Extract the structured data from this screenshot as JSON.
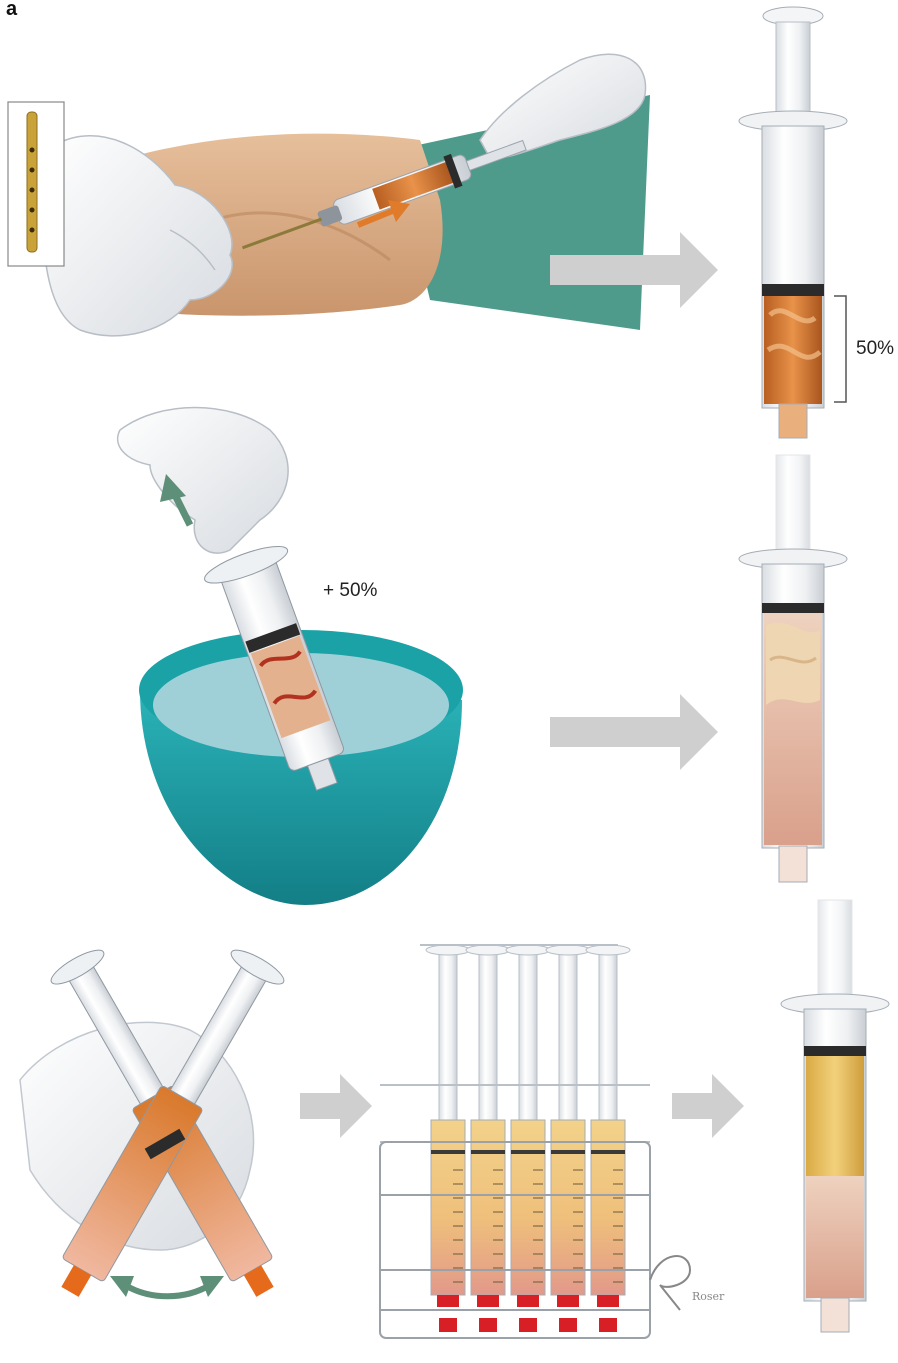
{
  "figure": {
    "panel_label": "a",
    "annotations": {
      "fill_fraction": "50%",
      "added_fraction": "+ 50%"
    },
    "signature_text": "Roser",
    "colors": {
      "background": "#ffffff",
      "glove": "#f1f3f5",
      "skin": "#d9ad86",
      "drape": "#2f8a77",
      "bowl": "#1aa2a6",
      "water": "#9fd0d8",
      "fat_orange": "#d9792c",
      "fat_yellow": "#e8c46a",
      "serum_pink": "#e6b19e",
      "arrow_gray": "#cfcfcf",
      "arrow_orange": "#e07b2a",
      "arrow_green": "#5e8f79",
      "cap_red": "#d81f26"
    },
    "icons": [
      "harvest-cannula-icon",
      "flow-arrow-icon",
      "syringe-icon",
      "test-tube-rack-icon",
      "bracket-icon"
    ]
  }
}
